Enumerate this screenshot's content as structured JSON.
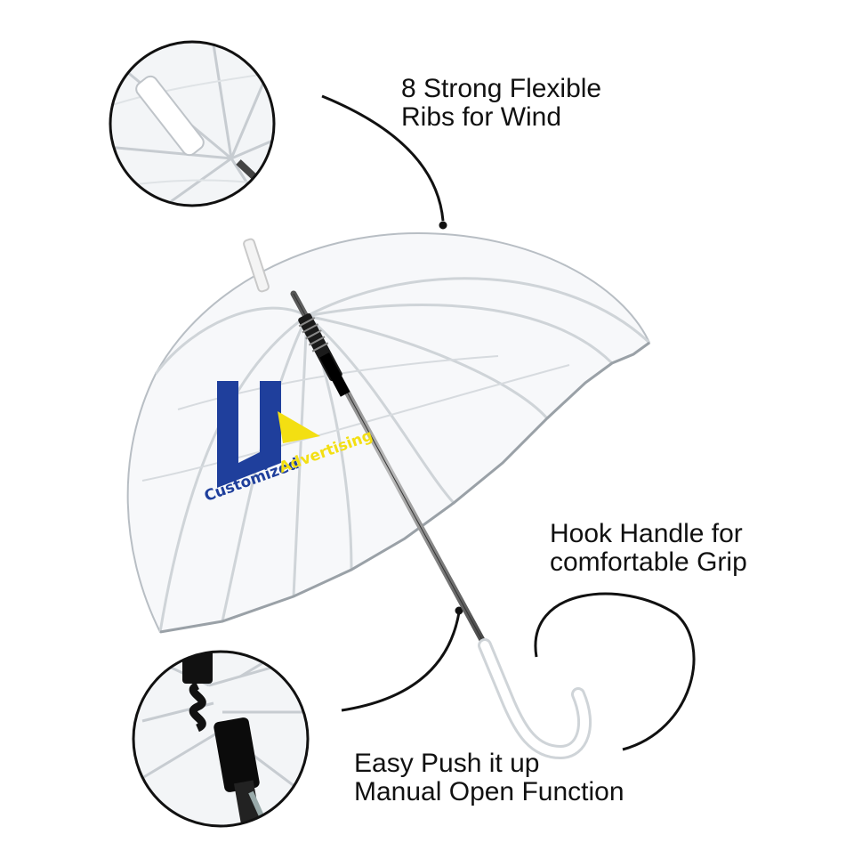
{
  "callouts": {
    "ribs": {
      "line1": "8 Strong Flexible",
      "line2": "Ribs for Wind"
    },
    "hook": {
      "line1": "Hook Handle for",
      "line2": "comfortable Grip"
    },
    "push": {
      "line1": "Easy Push it up",
      "line2": "Manual Open Function"
    }
  },
  "logo": {
    "word1": "Customized",
    "word2": "Advertising"
  },
  "colors": {
    "brand_blue": "#1f3f9c",
    "brand_yellow": "#f3df12",
    "line": "#111111",
    "canopy_edge": "#c9ced3"
  },
  "icons": [
    "umbrella-illustration",
    "rib-closeup-image",
    "runner-closeup-image",
    "brand-logo"
  ]
}
